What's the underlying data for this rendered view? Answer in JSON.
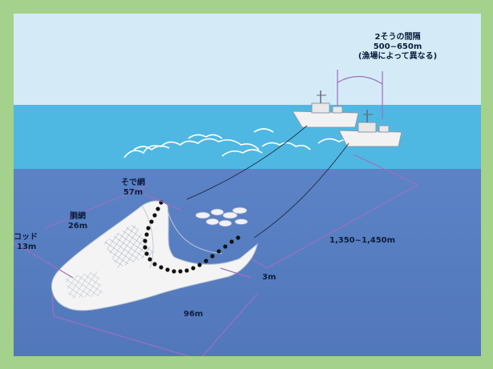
{
  "labels": {
    "boat_spacing": "2そうの間隔",
    "boat_spacing_range": "500~650m",
    "boat_spacing_note": "(漁場によって異なる)",
    "sode_ami": "そで網",
    "sode_ami_len": "57m",
    "hane_ami": "胴網",
    "hane_ami_len": "26m",
    "codend": "コッド",
    "codend_len": "13m",
    "warp_len": "1,350~1,450m",
    "mouth_height": "3m",
    "total_len": "96m"
  },
  "colors": {
    "frame": "#a4d18b",
    "sky": "#d4ebf7",
    "sea_surface": "#4fb8e2",
    "sea_deep": "#5a7fc1",
    "net": "#f4f4f4",
    "measure_line": "#9d6fc0",
    "label_text": "#0d1d3c"
  }
}
